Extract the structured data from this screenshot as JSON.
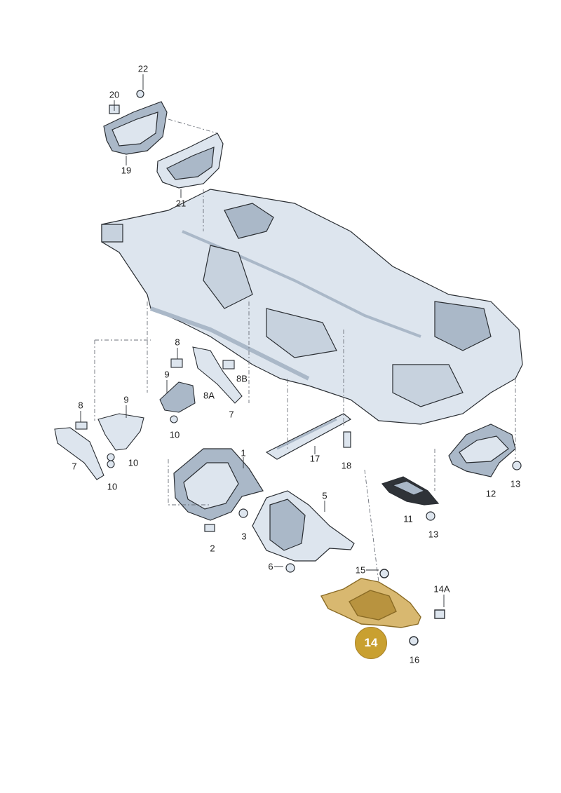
{
  "diagram": {
    "callouts": [
      {
        "id": "c22",
        "text": "22"
      },
      {
        "id": "c20",
        "text": "20"
      },
      {
        "id": "c19",
        "text": "19"
      },
      {
        "id": "c21",
        "text": "21"
      },
      {
        "id": "c8a",
        "text": "8"
      },
      {
        "id": "c8b",
        "text": "8"
      },
      {
        "id": "c9a",
        "text": "9"
      },
      {
        "id": "c9b",
        "text": "9"
      },
      {
        "id": "c8B",
        "text": "8B"
      },
      {
        "id": "c8A",
        "text": "8A"
      },
      {
        "id": "c7a",
        "text": "7"
      },
      {
        "id": "c7b",
        "text": "7"
      },
      {
        "id": "c10a",
        "text": "10"
      },
      {
        "id": "c10b",
        "text": "10"
      },
      {
        "id": "c10c",
        "text": "10"
      },
      {
        "id": "c1",
        "text": "1"
      },
      {
        "id": "c17",
        "text": "17"
      },
      {
        "id": "c18",
        "text": "18"
      },
      {
        "id": "c12",
        "text": "12"
      },
      {
        "id": "c13a",
        "text": "13"
      },
      {
        "id": "c11",
        "text": "11"
      },
      {
        "id": "c13b",
        "text": "13"
      },
      {
        "id": "c5",
        "text": "5"
      },
      {
        "id": "c3",
        "text": "3"
      },
      {
        "id": "c2",
        "text": "2"
      },
      {
        "id": "c6",
        "text": "6"
      },
      {
        "id": "c15",
        "text": "15"
      },
      {
        "id": "c14A",
        "text": "14A"
      },
      {
        "id": "c16",
        "text": "16"
      }
    ],
    "highlight": {
      "text": "14",
      "color": "#c9a030"
    },
    "colors": {
      "part_fill": "#dde5ee",
      "part_shade": "#aab8c8",
      "outline": "#2a2e33",
      "highlight_part": "#d8b870"
    }
  }
}
